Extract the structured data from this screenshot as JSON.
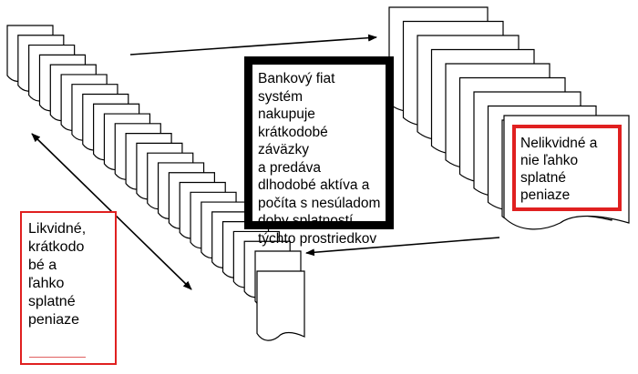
{
  "diagram": {
    "center_text": "Bankový fiat systém\nnakupuje\nkrátkodobé záväzky\na predáva\ndlhodobé aktíva a\npočíta s nesúladom\ndoby splatností\ntýchto prostriedkov",
    "right_text": "Nelikvidné a\nnie ľahko\nsplatné\npeniaze",
    "left_text": "Likvidné,\nkrátkodo\nbé a\nľahko\nsplatné\npeniaze"
  },
  "colors": {
    "stroke": "#000000",
    "highlight": "#e02020",
    "center_frame": "#000000"
  }
}
